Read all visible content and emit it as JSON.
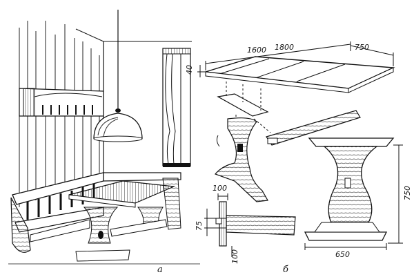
{
  "figure": {
    "panel_a_label": "а",
    "panel_b_label": "б"
  },
  "dimensions": {
    "top_length_short": "1600",
    "top_length_long": "1800",
    "top_width": "750",
    "top_thickness": "40",
    "leg_height": "750",
    "leg_base_width": "650",
    "joint_width_top": "100",
    "joint_height": "75",
    "joint_width_bottom": "100"
  }
}
